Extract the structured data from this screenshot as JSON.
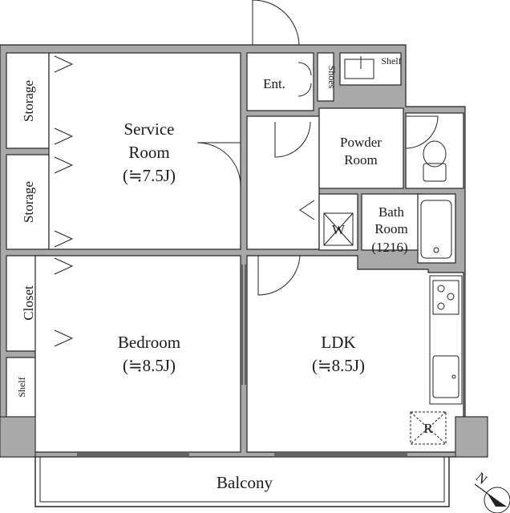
{
  "rooms": {
    "service_room": {
      "line1": "Service",
      "line2": "Room",
      "size": "(≒7.5J)"
    },
    "bedroom": {
      "name": "Bedroom",
      "size": "(≒8.5J)"
    },
    "ldk": {
      "name": "LDK",
      "size": "(≒8.5J)"
    },
    "powder_room": {
      "line1": "Powder",
      "line2": "Room"
    },
    "bath_room": {
      "line1": "Bath",
      "line2": "Room",
      "size": "(1216)"
    },
    "entrance": {
      "name": "Ent."
    },
    "balcony": {
      "name": "Balcony"
    }
  },
  "storage": {
    "storage_top": "Storage",
    "storage_bottom": "Storage",
    "closet": "Closet",
    "shelf_left": "Shelf",
    "shelf_top": "Shelf",
    "shoes": "Shoes"
  },
  "fixtures": {
    "washer": "W",
    "refrigerator": "R"
  },
  "compass": {
    "label": "N"
  }
}
